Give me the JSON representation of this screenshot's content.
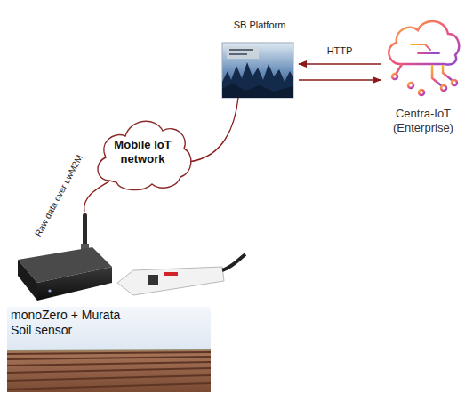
{
  "diagram": {
    "nodes": [
      {
        "text": [
          "SB Platform"
        ]
      },
      {
        "text": [
          "Centra-IoT (Enterprise)"
        ]
      },
      {
        "text": [
          "Mobile IoT network"
        ]
      },
      {
        "text": [
          "monoZero + Murata Soil sensor"
        ]
      }
    ],
    "edges": [
      {
        "from": 1,
        "to": 0,
        "arrow": "to",
        "label": "HTTP"
      },
      {
        "from": 0,
        "to": 1,
        "arrow": "to"
      },
      {
        "from": 2,
        "to": 0,
        "arrow": "none"
      },
      {
        "from": 3,
        "to": 2,
        "arrow": "none",
        "label": "Raw data over LwM2M"
      }
    ]
  }
}
